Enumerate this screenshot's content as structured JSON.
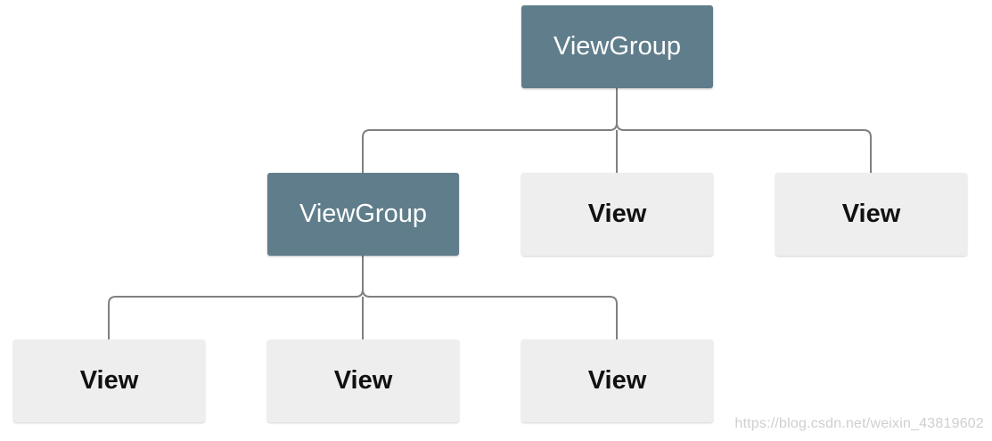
{
  "diagram": {
    "root": {
      "label": "ViewGroup"
    },
    "level1": [
      {
        "label": "ViewGroup"
      },
      {
        "label": "View"
      },
      {
        "label": "View"
      }
    ],
    "level2": [
      {
        "label": "View"
      },
      {
        "label": "View"
      },
      {
        "label": "View"
      }
    ]
  },
  "watermark": "https://blog.csdn.net/weixin_43819602",
  "colors": {
    "group_fill": "#607d8b",
    "view_fill": "#eeeeee",
    "connector": "#808080"
  }
}
